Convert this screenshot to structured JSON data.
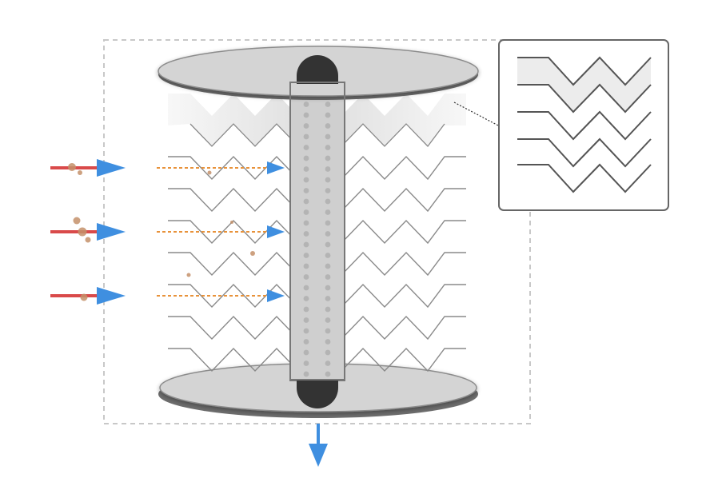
{
  "diagram": {
    "subject": "pleated-cartridge-filter-cutaway",
    "labels": [],
    "colors": {
      "background": "#ffffff",
      "frame_dash": "#c8c8c8",
      "cap_fill": "#d4d4d4",
      "cap_stroke": "#8c8c8c",
      "cap_shadow": "#6e6e6e",
      "pleat_line": "#8a8a8a",
      "pleat_highlight": "#ececec",
      "core_fill": "#cfcfcf",
      "core_stroke": "#777777",
      "core_dots": "#b4b4b4",
      "seal": "#333333",
      "inlet_line": "#d94a4a",
      "flow_arrow": "#3f8fe0",
      "internal_flow": "#e8923a",
      "particles": "#c4906a",
      "inset_border": "#666666",
      "inset_pleat": "#555555"
    },
    "icons": {
      "inlet_arrow": "arrow-right-icon",
      "outlet_arrow": "arrow-down-icon",
      "inset": "magnifier-detail-panel"
    },
    "flow": {
      "inlet_stream_count": 3,
      "outlet_stream_count": 1
    }
  }
}
